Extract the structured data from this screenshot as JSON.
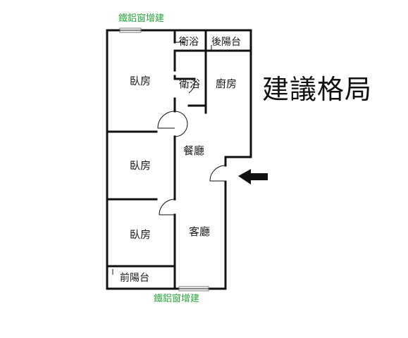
{
  "heading": "建議格局",
  "notes": {
    "top": "鐵鋁窗增建",
    "bottom": "鐵鋁窗增建"
  },
  "rooms": {
    "bath_small": "衛浴",
    "rear_balcony": "後陽台",
    "bedroom_1": "臥房",
    "bath": "衛浴",
    "kitchen": "廚房",
    "dining": "餐廳",
    "bedroom_2": "臥房",
    "bedroom_3": "臥房",
    "living": "客廳",
    "front_balcony": "前陽台"
  },
  "colors": {
    "wall": "#111111",
    "note": "#2aa63a",
    "arrow": "#111111"
  },
  "icons": {
    "entrance": "arrow-left-icon"
  }
}
